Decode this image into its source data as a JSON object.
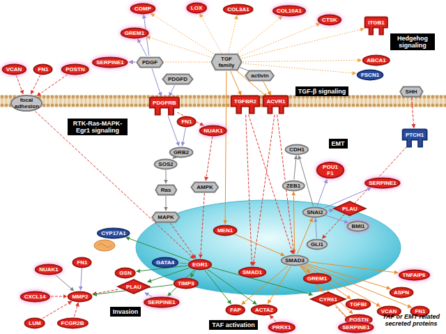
{
  "diagram": {
    "nodes": [
      {
        "text": [
          "COMP"
        ]
      },
      {
        "text": [
          "LOX"
        ]
      },
      {
        "text": [
          "COL3A1"
        ]
      },
      {
        "text": [
          "COL10A1"
        ]
      },
      {
        "text": [
          "CTSK"
        ]
      },
      {
        "text": [
          "ITGB1"
        ]
      },
      {
        "text": [
          "GREM1"
        ]
      },
      {
        "text": [
          "ABCA1"
        ]
      },
      {
        "text": [
          "SERPINE1"
        ]
      },
      {
        "text": [
          "PDGF"
        ]
      },
      {
        "text": [
          "TGF family"
        ]
      },
      {
        "text": [
          "FSCN1"
        ]
      },
      {
        "text": [
          "VCAN"
        ]
      },
      {
        "text": [
          "FN1"
        ]
      },
      {
        "text": [
          "POSTN"
        ]
      },
      {
        "text": [
          "PDGFD"
        ]
      },
      {
        "text": [
          "activin"
        ]
      },
      {
        "text": [
          "SHH"
        ]
      },
      {
        "text": [
          "focal adhesion"
        ]
      },
      {
        "text": [
          "PDGFRB"
        ]
      },
      {
        "text": [
          "TGFBR2"
        ]
      },
      {
        "text": [
          "ACVR1"
        ]
      },
      {
        "text": [
          "FN1"
        ]
      },
      {
        "text": [
          "PTCH1"
        ]
      },
      {
        "text": [
          "NUAK1"
        ]
      },
      {
        "text": [
          "GRB2"
        ]
      },
      {
        "text": [
          "CDH1"
        ]
      },
      {
        "text": [
          "SOS2"
        ]
      },
      {
        "text": [
          "POU1 F1"
        ]
      },
      {
        "text": [
          "SERPINE1"
        ]
      },
      {
        "text": [
          "ZEB1"
        ]
      },
      {
        "text": [
          "AMPK"
        ]
      },
      {
        "text": [
          "Ras"
        ]
      },
      {
        "text": [
          "SNAI2"
        ]
      },
      {
        "text": [
          "PLAU"
        ]
      },
      {
        "text": [
          "MAPK"
        ]
      },
      {
        "text": [
          "MEN1"
        ]
      },
      {
        "text": [
          "BMI1"
        ]
      },
      {
        "text": [
          "CYP17A1"
        ]
      },
      {
        "text": [
          "GLI1"
        ]
      },
      {
        "text": [
          "SMAD3"
        ]
      },
      {
        "text": [
          "GATA4"
        ]
      },
      {
        "text": [
          "EGR1"
        ]
      },
      {
        "text": [
          "SMAD1"
        ]
      },
      {
        "text": [
          "FN1"
        ]
      },
      {
        "text": [
          "NUAK1"
        ]
      },
      {
        "text": [
          "GSN"
        ]
      },
      {
        "text": [
          "TNFAIP6"
        ]
      },
      {
        "text": [
          "GREM1"
        ]
      },
      {
        "text": [
          "PLAU"
        ]
      },
      {
        "text": [
          "TIMP3"
        ]
      },
      {
        "text": [
          "ASPN"
        ]
      },
      {
        "text": [
          "CXCL14"
        ]
      },
      {
        "text": [
          "MMP2"
        ]
      },
      {
        "text": [
          "CYR61"
        ]
      },
      {
        "text": [
          "SERPINE1"
        ]
      },
      {
        "text": [
          "TGFBI"
        ]
      },
      {
        "text": [
          "FAP"
        ]
      },
      {
        "text": [
          "ACTA2"
        ]
      },
      {
        "text": [
          "VCAN"
        ]
      },
      {
        "text": [
          "FN1"
        ]
      },
      {
        "text": [
          "POSTN"
        ]
      },
      {
        "text": [
          "LUM"
        ]
      },
      {
        "text": [
          "FCGR2B"
        ]
      },
      {
        "text": [
          "SERPINE1"
        ]
      },
      {
        "text": [
          "PRRX1"
        ]
      }
    ],
    "edges": [
      {
        "from": 10,
        "to": 0,
        "arrow": "to"
      },
      {
        "from": 10,
        "to": 1,
        "arrow": "to"
      },
      {
        "from": 10,
        "to": 2,
        "arrow": "to"
      },
      {
        "from": 10,
        "to": 3,
        "arrow": "to"
      },
      {
        "from": 10,
        "to": 4,
        "arrow": "to"
      },
      {
        "from": 10,
        "to": 5,
        "arrow": "to"
      },
      {
        "from": 10,
        "to": 7,
        "arrow": "to"
      },
      {
        "from": 10,
        "to": 11,
        "arrow": "to"
      },
      {
        "from": 10,
        "to": 6,
        "arrow": "to"
      },
      {
        "from": 10,
        "to": 8,
        "arrow": "to"
      },
      {
        "from": 10,
        "to": 20,
        "arrow": "to"
      },
      {
        "from": 10,
        "to": 21,
        "arrow": "to"
      },
      {
        "from": 16,
        "to": 21,
        "arrow": "to"
      },
      {
        "from": 10,
        "to": 16,
        "arrow": "none"
      },
      {
        "from": 10,
        "to": 36,
        "arrow": "to"
      },
      {
        "from": 9,
        "to": 6,
        "arrow": "to"
      },
      {
        "from": 9,
        "to": 8,
        "arrow": "to"
      },
      {
        "from": 9,
        "to": 0,
        "arrow": "to"
      },
      {
        "from": 9,
        "to": 19,
        "arrow": "to"
      },
      {
        "from": 15,
        "to": 19,
        "arrow": "to"
      },
      {
        "from": 12,
        "to": 18,
        "arrow": "to"
      },
      {
        "from": 13,
        "to": 18,
        "arrow": "to"
      },
      {
        "from": 14,
        "to": 18,
        "arrow": "to"
      },
      {
        "from": 18,
        "to": 42,
        "arrow": "to"
      },
      {
        "from": 19,
        "to": 25,
        "arrow": "to"
      },
      {
        "from": 19,
        "to": 24,
        "arrow": "to"
      },
      {
        "from": 25,
        "to": 27,
        "arrow": "to"
      },
      {
        "from": 27,
        "to": 32,
        "arrow": "to"
      },
      {
        "from": 32,
        "to": 35,
        "arrow": "to"
      },
      {
        "from": 35,
        "to": 42,
        "arrow": "to"
      },
      {
        "from": 24,
        "to": 31,
        "arrow": "to"
      },
      {
        "from": 31,
        "to": 42,
        "arrow": "to"
      },
      {
        "from": 22,
        "to": 25,
        "arrow": "to"
      },
      {
        "from": 20,
        "to": 40,
        "arrow": "to"
      },
      {
        "from": 20,
        "to": 43,
        "arrow": "to"
      },
      {
        "from": 21,
        "to": 43,
        "arrow": "to"
      },
      {
        "from": 21,
        "to": 40,
        "arrow": "to"
      },
      {
        "from": 36,
        "to": 40,
        "arrow": "to"
      },
      {
        "from": 17,
        "to": 23,
        "arrow": "to"
      },
      {
        "from": 23,
        "to": 39,
        "arrow": "to"
      },
      {
        "from": 33,
        "to": 26,
        "arrow": "to"
      },
      {
        "from": 30,
        "to": 26,
        "arrow": "to"
      },
      {
        "from": 33,
        "to": 28,
        "arrow": "to"
      },
      {
        "from": 33,
        "to": 29,
        "arrow": "to"
      },
      {
        "from": 33,
        "to": 34,
        "arrow": "to"
      },
      {
        "from": 33,
        "to": 37,
        "arrow": "to"
      },
      {
        "from": 39,
        "to": 33,
        "arrow": "to"
      },
      {
        "from": 40,
        "to": 33,
        "arrow": "to"
      },
      {
        "from": 40,
        "to": 30,
        "arrow": "to"
      },
      {
        "from": 40,
        "to": 48,
        "arrow": "to"
      },
      {
        "from": 40,
        "to": 47,
        "arrow": "to"
      },
      {
        "from": 40,
        "to": 51,
        "arrow": "to"
      },
      {
        "from": 40,
        "to": 59,
        "arrow": "to"
      },
      {
        "from": 40,
        "to": 60,
        "arrow": "to"
      },
      {
        "from": 40,
        "to": 56,
        "arrow": "to"
      },
      {
        "from": 40,
        "to": 61,
        "arrow": "to"
      },
      {
        "from": 40,
        "to": 54,
        "arrow": "to"
      },
      {
        "from": 40,
        "to": 64,
        "arrow": "to"
      },
      {
        "from": 40,
        "to": 58,
        "arrow": "to"
      },
      {
        "from": 40,
        "to": 57,
        "arrow": "to"
      },
      {
        "from": 42,
        "to": 46,
        "arrow": "to"
      },
      {
        "from": 42,
        "to": 49,
        "arrow": "to"
      },
      {
        "from": 42,
        "to": 50,
        "arrow": "to"
      },
      {
        "from": 42,
        "to": 55,
        "arrow": "to"
      },
      {
        "from": 42,
        "to": 57,
        "arrow": "to"
      },
      {
        "from": 42,
        "to": 58,
        "arrow": "to"
      },
      {
        "from": 42,
        "to": 54,
        "arrow": "to"
      },
      {
        "from": 42,
        "to": 38,
        "arrow": "to"
      },
      {
        "from": 41,
        "to": 42,
        "arrow": "none"
      },
      {
        "from": 44,
        "to": 53,
        "arrow": "to"
      },
      {
        "from": 45,
        "to": 53,
        "arrow": "to"
      },
      {
        "from": 52,
        "to": 53,
        "arrow": "to"
      },
      {
        "from": 62,
        "to": 53,
        "arrow": "to"
      },
      {
        "from": 63,
        "to": 53,
        "arrow": "to"
      },
      {
        "from": 49,
        "to": 53,
        "arrow": "to"
      },
      {
        "from": 55,
        "to": 49,
        "arrow": "to"
      },
      {
        "from": 50,
        "to": 53,
        "arrow": "to"
      },
      {
        "from": 54,
        "to": 64,
        "arrow": "to"
      },
      {
        "from": 65,
        "to": 58,
        "arrow": "to"
      }
    ],
    "labels": [
      "Hedgehog signaling",
      "TGF-β signaling",
      "RTK-Ras-MAPK-Egr1 signaling",
      "EMT",
      "Invasion",
      "TAF activation",
      "TAF or EMT related secreted proteins"
    ]
  }
}
